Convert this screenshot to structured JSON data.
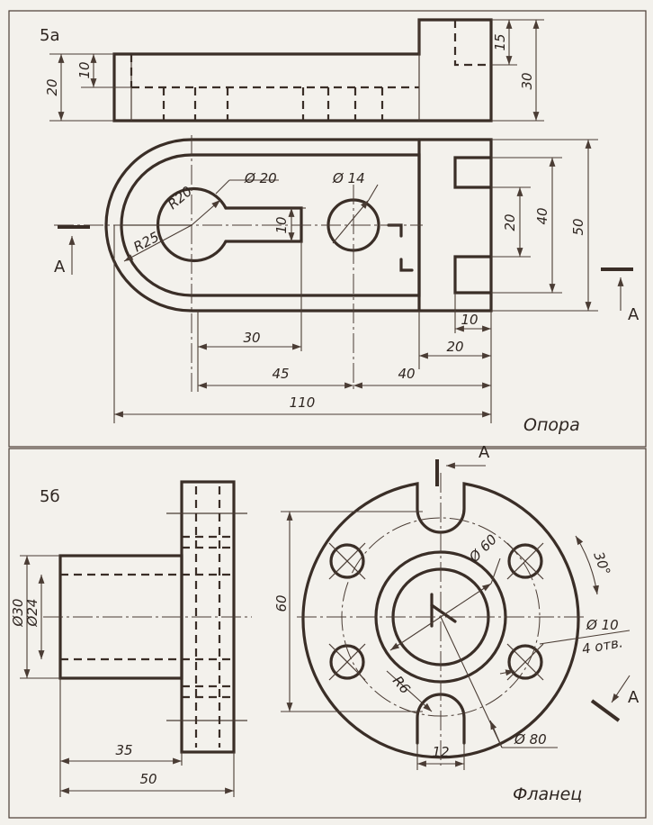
{
  "panel_a": {
    "label": "5а",
    "title": "Опора",
    "dims": {
      "h20": "20",
      "h10": "10",
      "h15": "15",
      "h30": "30",
      "d20": "Ø 20",
      "d14": "Ø 14",
      "r20": "R20",
      "r25": "R25",
      "slot10": "10",
      "v20": "20",
      "v40": "40",
      "v50": "50",
      "w10": "10",
      "w20": "20",
      "w30": "30",
      "w45": "45",
      "w40": "40",
      "w110": "110"
    },
    "section_left": "A",
    "section_right": "A"
  },
  "panel_b": {
    "label": "5б",
    "title": "Фланец",
    "dims": {
      "d30": "Ø30",
      "d24": "Ø24",
      "l35": "35",
      "l50": "50",
      "h60": "60",
      "d60": "Ø 60",
      "a30": "30°",
      "d10": "Ø 10",
      "holes": "4 отв.",
      "r6": "R6",
      "w12": "12",
      "d80": "Ø 80"
    },
    "section_top": "A",
    "section_right": "A"
  }
}
